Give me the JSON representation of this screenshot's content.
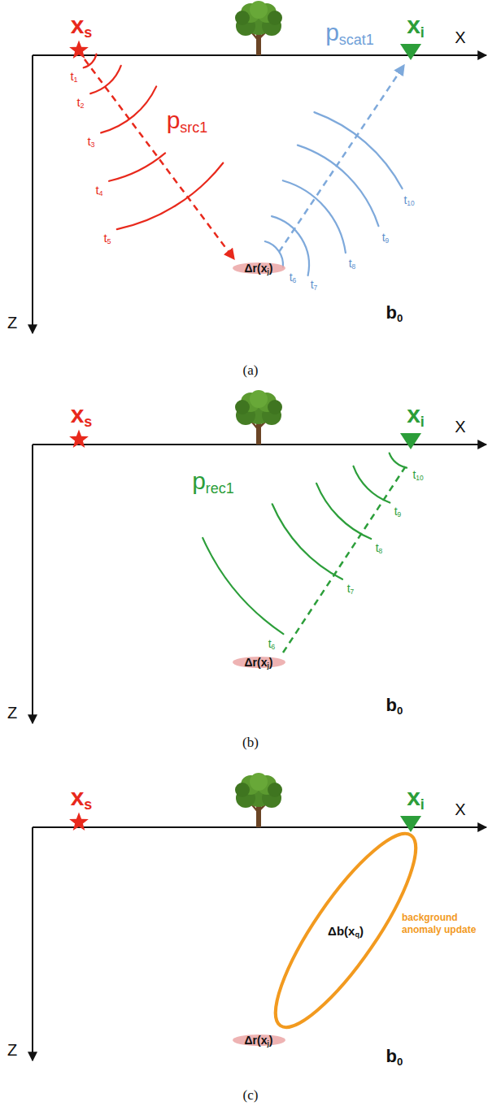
{
  "diagram": {
    "nodes": [
      {
        "text": [
          "Δr(xj)"
        ]
      },
      {
        "text": [
          "Δr(xj)"
        ]
      },
      {
        "text": [
          "Δb(xq)",
          "background anomaly update"
        ]
      },
      {
        "text": [
          "Δr(xj)"
        ]
      }
    ],
    "labels": [
      "xs",
      "X",
      "Z",
      "xi",
      "t1",
      "t2",
      "t3",
      "t4",
      "t5",
      "psrc1",
      "t6",
      "t7",
      "t8",
      "t9",
      "t10",
      "pscat1",
      "b0",
      "(a)",
      "xs",
      "X",
      "Z",
      "xi",
      "t6",
      "t7",
      "t8",
      "t9",
      "t10",
      "prec1",
      "b0",
      "(b)",
      "xs",
      "X",
      "Z",
      "xi",
      "b0",
      "(c)"
    ]
  }
}
